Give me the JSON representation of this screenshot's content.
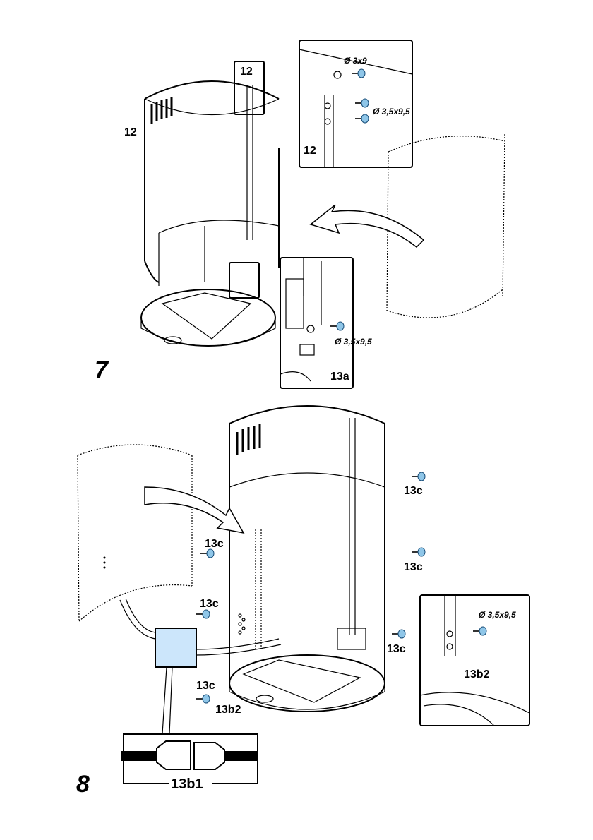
{
  "step7": {
    "number": "7",
    "label_chimney": "12",
    "label_detail_top": "12",
    "label_detail_inner": "12",
    "screw_3x9": "Ø 3x9",
    "screw_35x95_a": "Ø 3,5x9,5",
    "screw_35x95_b": "Ø 3,5x9,5",
    "label_13a": "13a"
  },
  "step8": {
    "number": "8",
    "label_13c_1": "13c",
    "label_13c_2": "13c",
    "label_13c_3": "13c",
    "label_13c_4": "13c",
    "label_13c_5": "13c",
    "label_13c_6": "13c",
    "label_13b2_main": "13b2",
    "label_13b2_detail": "13b2",
    "screw_35x95": "Ø 3,5x9,5",
    "label_13b1": "13b1"
  },
  "colors": {
    "screw": "#8fc6e8",
    "connector_box": "#cce6fb"
  }
}
